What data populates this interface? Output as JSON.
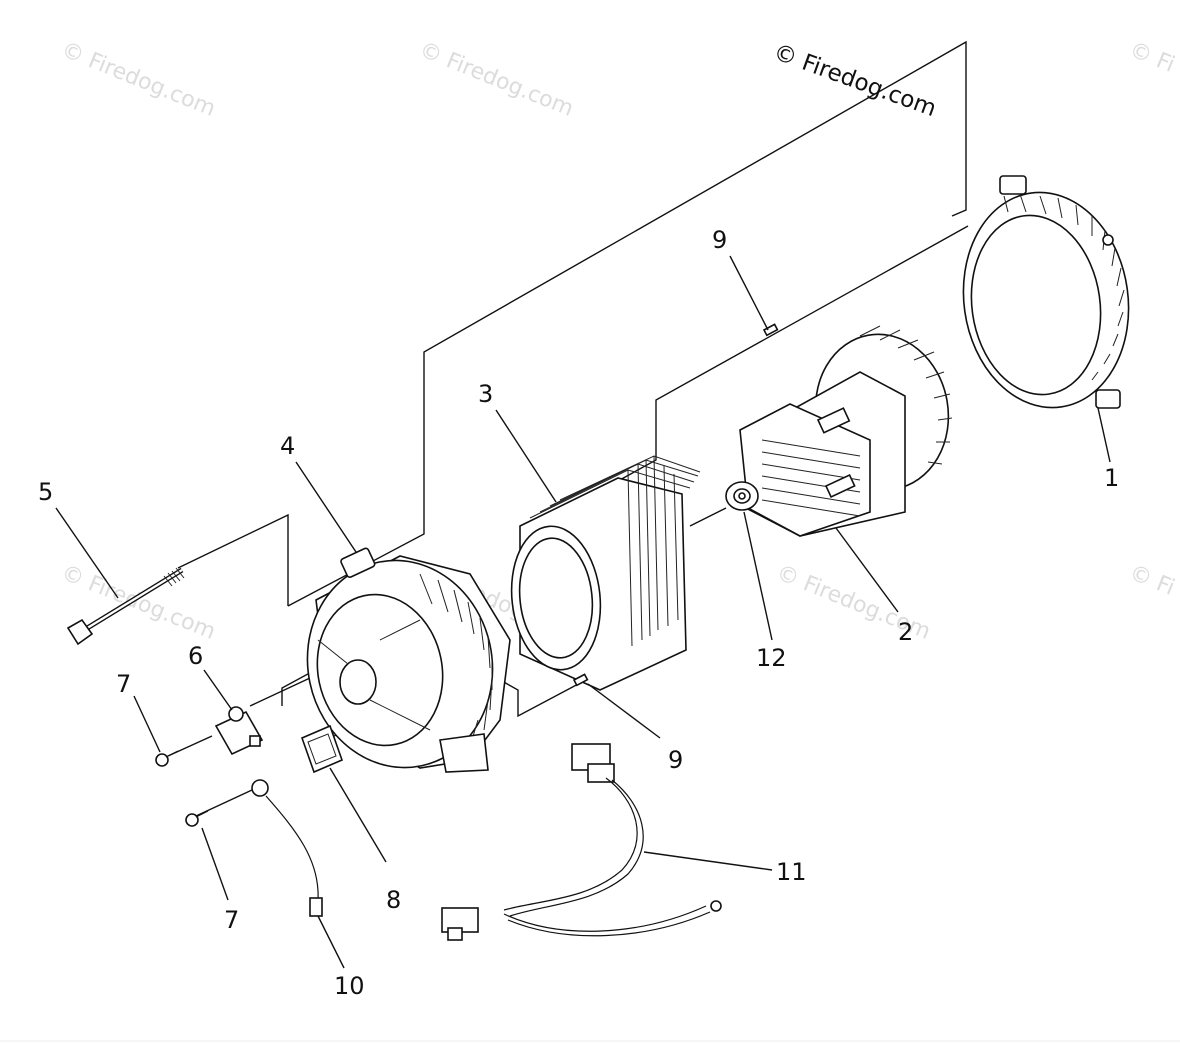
{
  "copyright": "© Firedog.com",
  "watermarks": [
    "© Firedog.com",
    "© Firedog.com",
    "© Fi",
    "© Firedog.com",
    "© Firedog.com",
    "© Firedog.com",
    "© Fi"
  ],
  "callouts": {
    "c1": "1",
    "c2": "2",
    "c3": "3",
    "c4": "4",
    "c5": "5",
    "c6": "6",
    "c7a": "7",
    "c7b": "7",
    "c8": "8",
    "c9a": "9",
    "c9b": "9",
    "c10": "10",
    "c11": "11",
    "c12": "12"
  }
}
